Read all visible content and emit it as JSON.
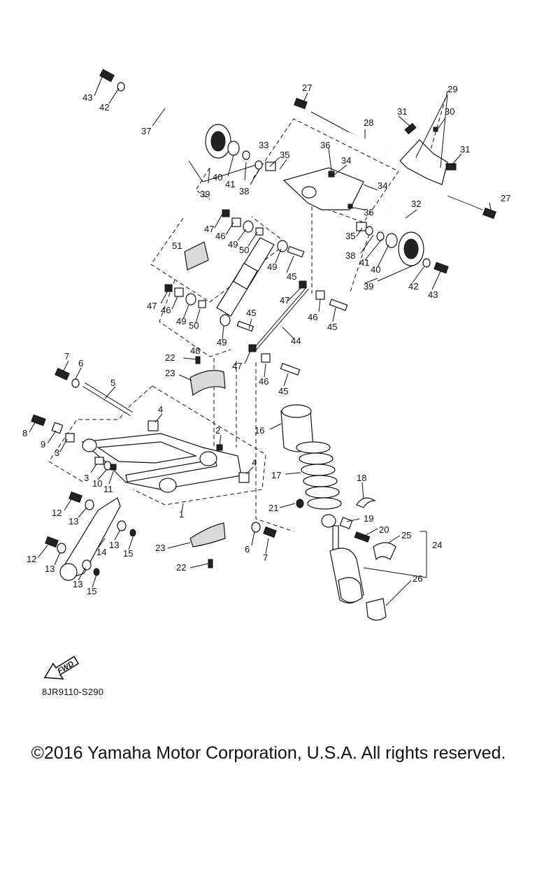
{
  "diagram": {
    "part_labels": [
      "1",
      "2",
      "3",
      "4",
      "5",
      "6",
      "7",
      "8",
      "9",
      "10",
      "11",
      "12",
      "13",
      "14",
      "15",
      "16",
      "17",
      "18",
      "19",
      "20",
      "21",
      "22",
      "23",
      "24",
      "25",
      "26",
      "27",
      "28",
      "29",
      "30",
      "31",
      "32",
      "33",
      "34",
      "35",
      "36",
      "37",
      "38",
      "39",
      "40",
      "41",
      "42",
      "43",
      "44",
      "45",
      "46",
      "47",
      "48",
      "49",
      "50",
      "51"
    ],
    "direction_label": "FWD",
    "diagram_code": "8JR9110-S290"
  },
  "footer": {
    "copyright": "©2016 Yamaha Motor Corporation, U.S.A. All rights reserved."
  }
}
